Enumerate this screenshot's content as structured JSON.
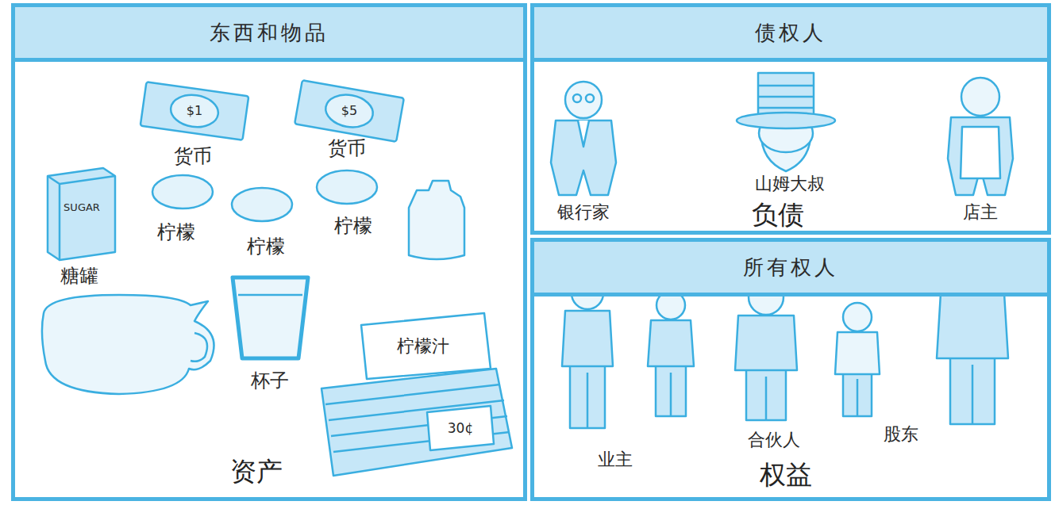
{
  "diagram": {
    "nodes": [
      {
        "text": [
          "东西和物品",
          "资产"
        ]
      },
      {
        "text": [
          "债权人",
          "负债"
        ]
      },
      {
        "text": [
          "所有权人",
          "权益"
        ]
      }
    ],
    "labels": [
      "$1",
      "$5",
      "货币",
      "货币",
      "SUGAR",
      "柠檬",
      "柠檬",
      "柠檬",
      "糖罐",
      "杯子",
      "柠檬汁",
      "30¢",
      "银行家",
      "山姆大叔",
      "店主",
      "业主",
      "合伙人",
      "股东"
    ]
  }
}
